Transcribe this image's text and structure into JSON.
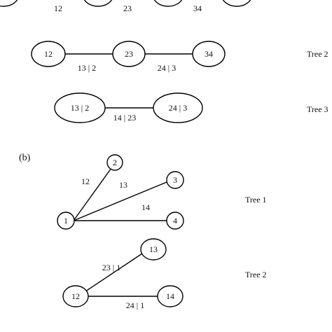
{
  "panel_a": {
    "top_row_labels": [
      "12",
      "23",
      "34"
    ],
    "tree2": {
      "label": "Tree 2",
      "nodes": [
        "12",
        "23",
        "34"
      ],
      "edges": [
        "13 | 2",
        "24 | 3"
      ]
    },
    "tree3": {
      "label": "Tree 3",
      "nodes": [
        "13 | 2",
        "24 | 3"
      ],
      "edges": [
        "14 | 23"
      ]
    }
  },
  "panel_b": {
    "label": "(b)",
    "tree1": {
      "label": "Tree 1",
      "nodes": [
        "1",
        "2",
        "3",
        "4"
      ],
      "edges": [
        "12",
        "13",
        "14"
      ]
    },
    "tree2": {
      "label": "Tree 2",
      "nodes": [
        "12",
        "13",
        "14"
      ],
      "edges": [
        "23 | 1",
        "24 | 1"
      ]
    }
  }
}
